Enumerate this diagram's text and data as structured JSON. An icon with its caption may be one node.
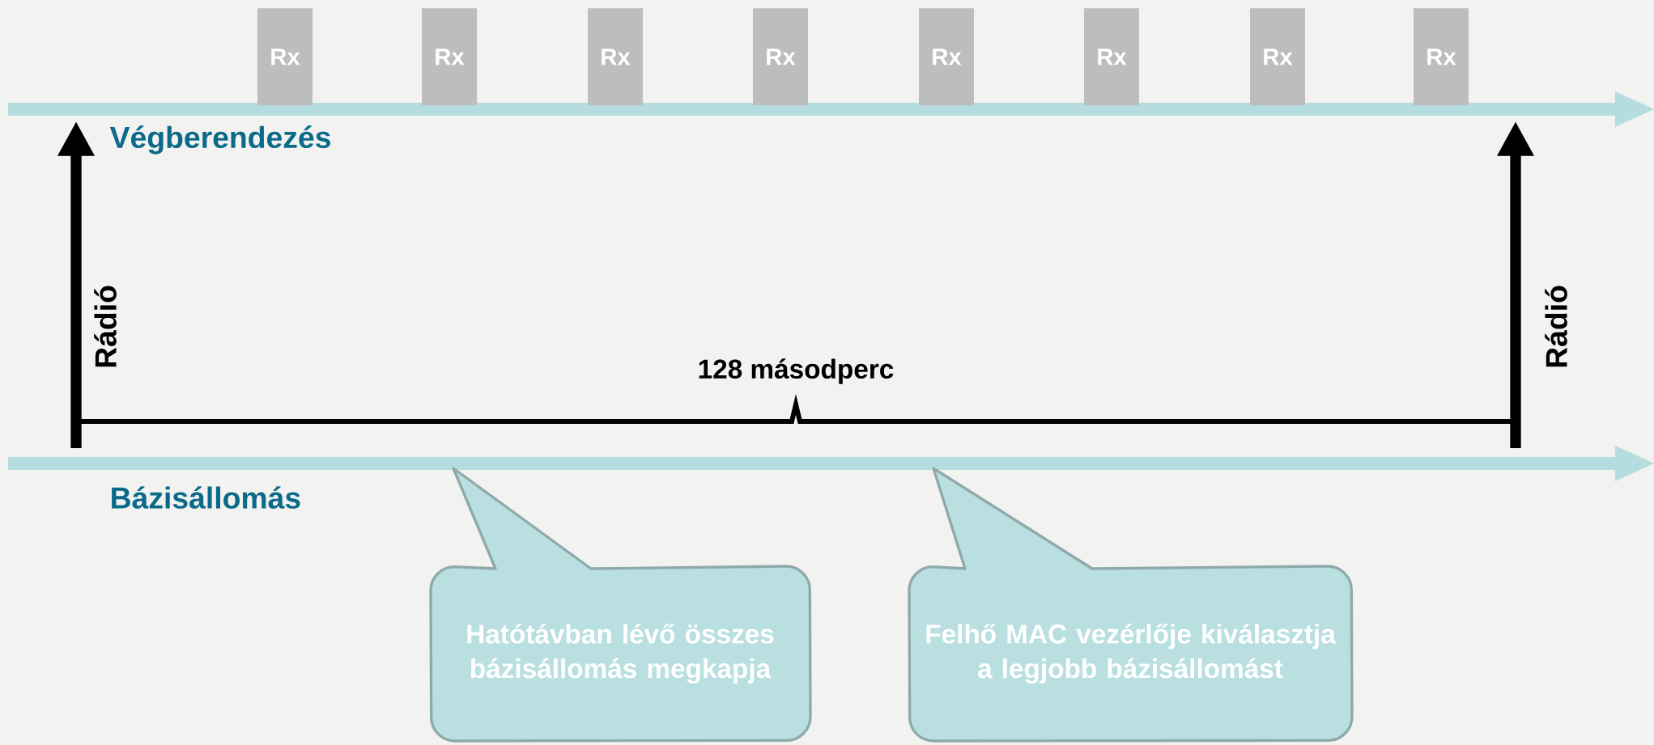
{
  "diagram": {
    "nodes": [
      {
        "text": [
          "Rx"
        ]
      },
      {
        "text": [
          "Rx"
        ]
      },
      {
        "text": [
          "Rx"
        ]
      },
      {
        "text": [
          "Rx"
        ]
      },
      {
        "text": [
          "Rx"
        ]
      },
      {
        "text": [
          "Rx"
        ]
      },
      {
        "text": [
          "Rx"
        ]
      },
      {
        "text": [
          "Rx"
        ]
      },
      {
        "text": [
          "Hatótávban lévő összes bázisállomás megkapja"
        ]
      },
      {
        "text": [
          "Felhő MAC vezérlője kiválasztja a legjobb bázisállomást"
        ]
      }
    ],
    "labels": [
      "Végberendezés",
      "Rádió",
      "128 másodperc",
      "Rádió",
      "Bázisállomás"
    ]
  }
}
